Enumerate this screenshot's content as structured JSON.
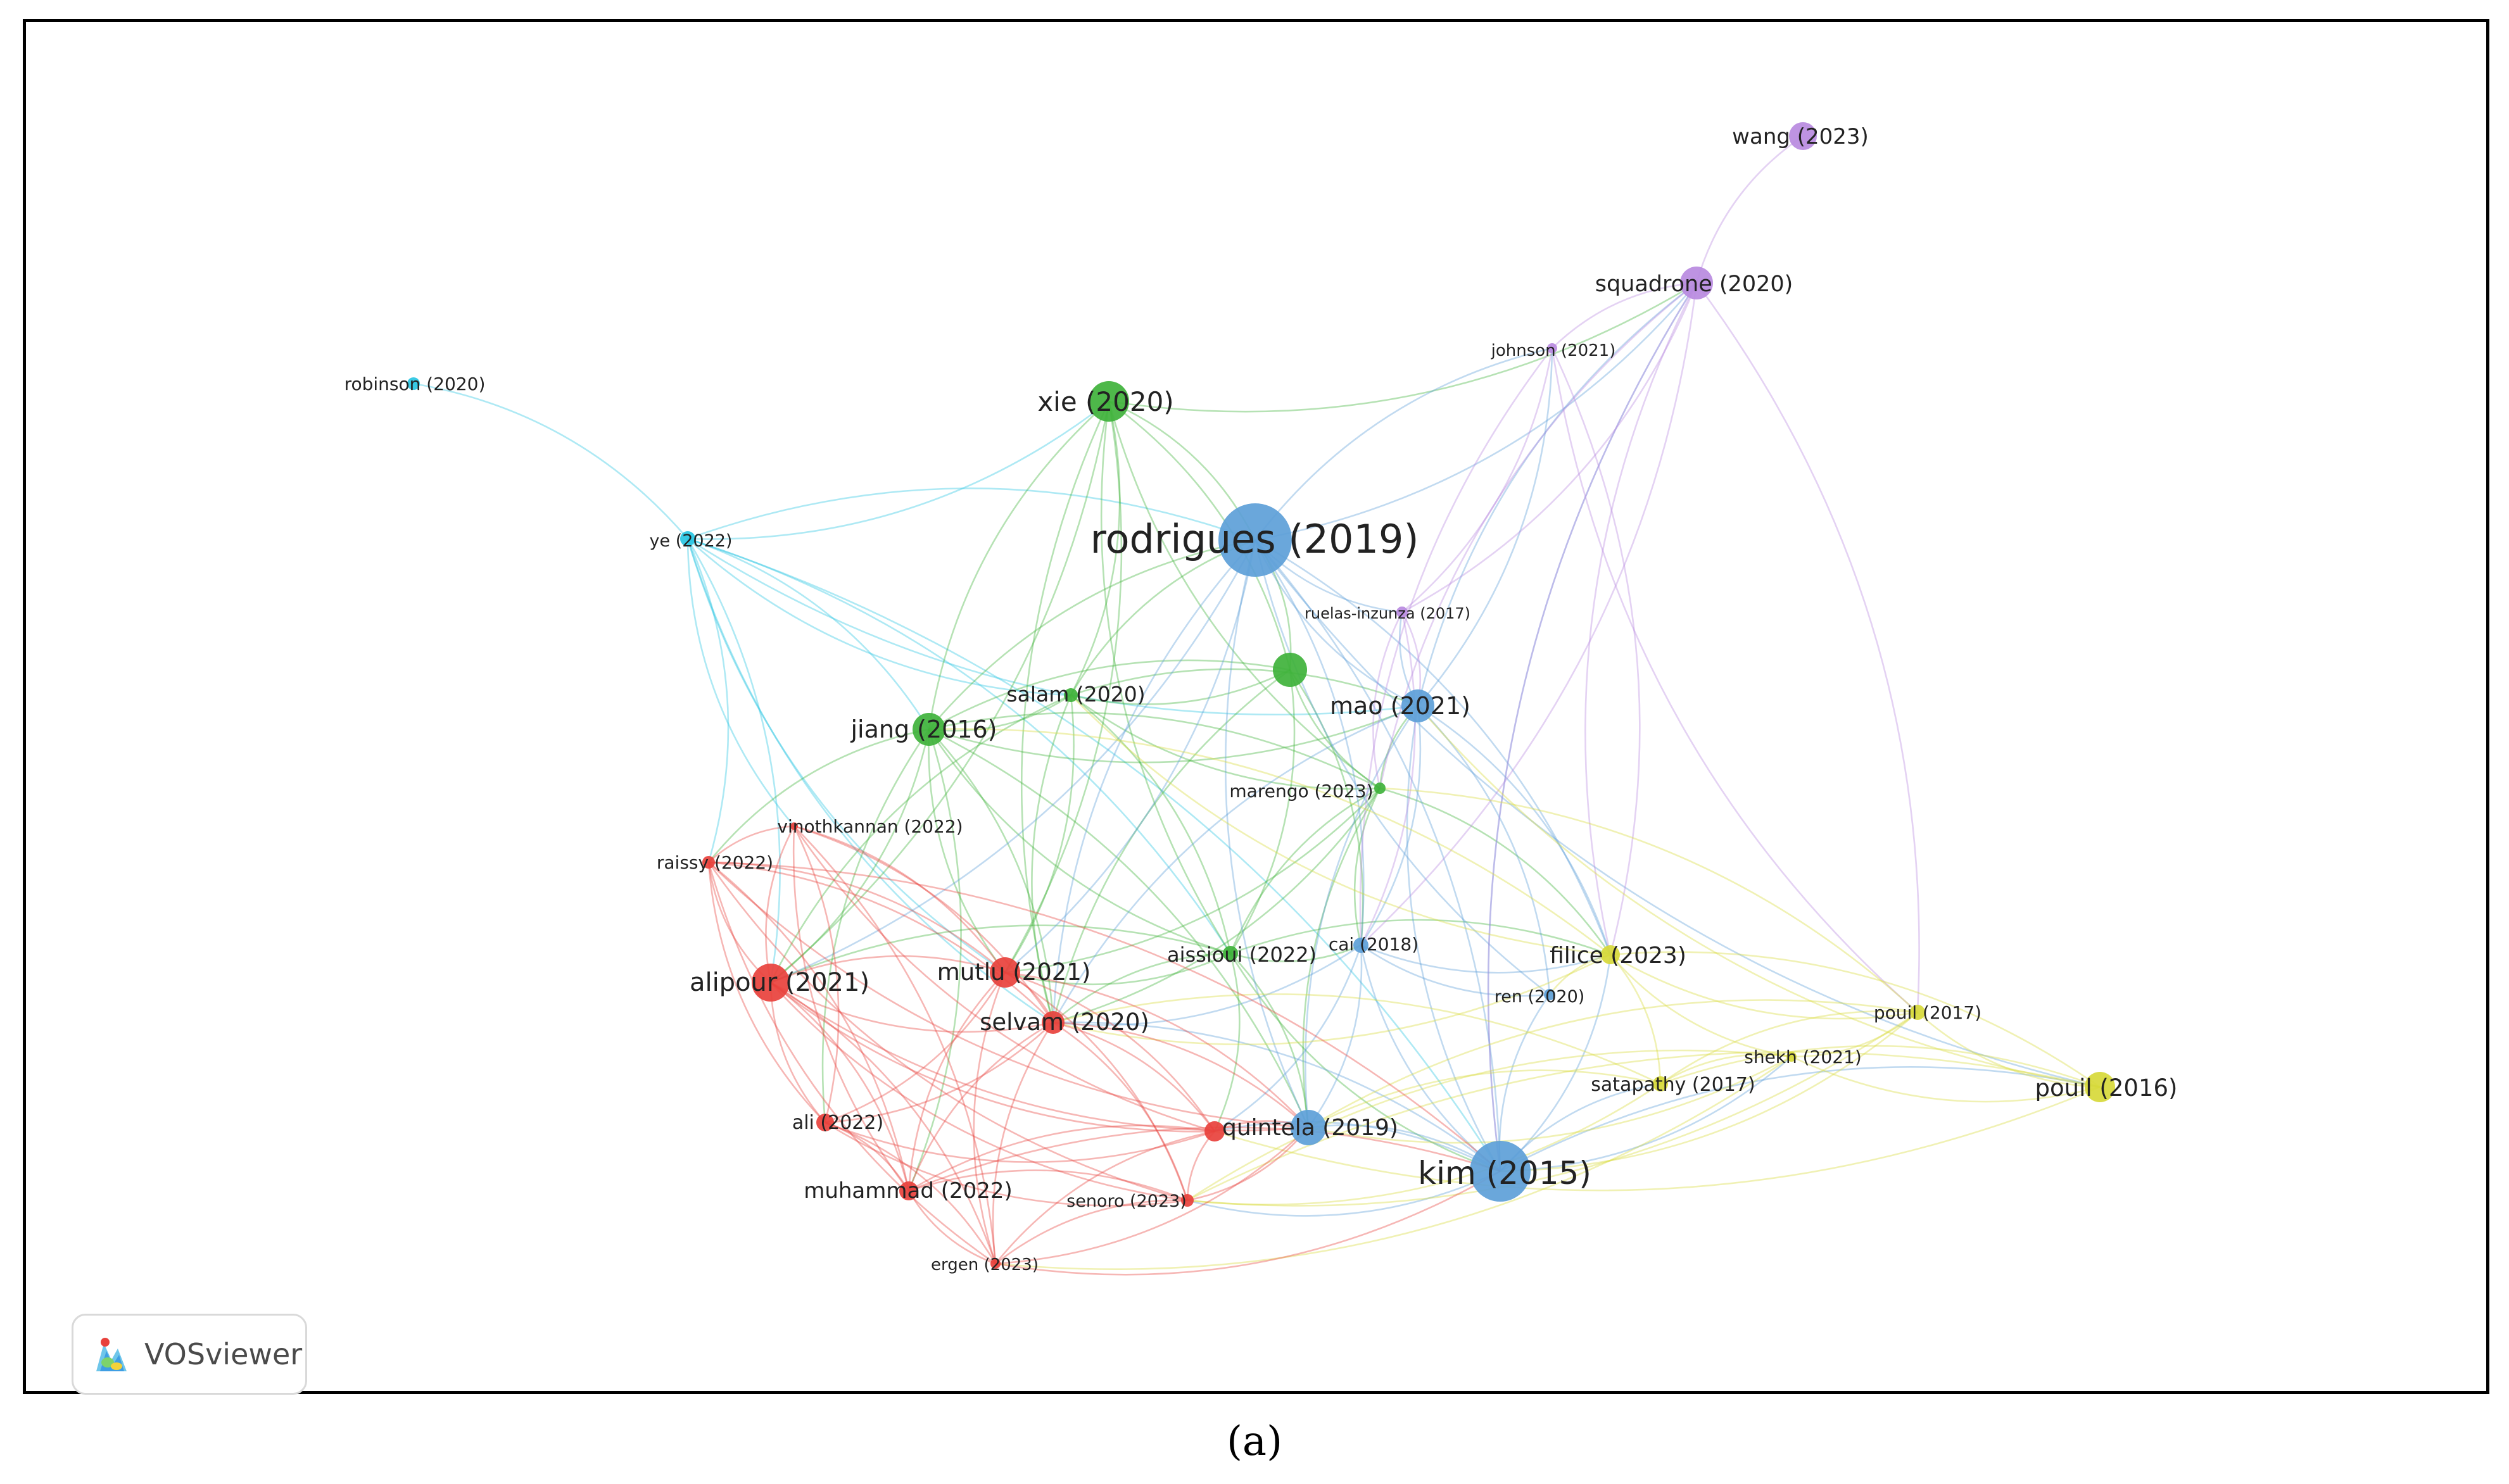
{
  "figure": {
    "caption": "(a)",
    "brand": {
      "logo_text": "VOSviewer",
      "logo_icon": "vosviewer-logo-icon"
    }
  },
  "colors": {
    "red": "#e8413c",
    "green": "#3fb23b",
    "blue": "#5d9fd8",
    "yellow": "#d7d93a",
    "purple": "#b88ae0",
    "cyan": "#29c6e3"
  },
  "nodes": [
    {
      "id": "rodrigues",
      "label": "rodrigues (2019)",
      "cluster": "blue",
      "weight": 10
    },
    {
      "id": "kim",
      "label": "kim (2015)",
      "cluster": "blue",
      "weight": 8
    },
    {
      "id": "mao",
      "label": "mao (2021)",
      "cluster": "blue",
      "weight": 4
    },
    {
      "id": "quintela",
      "label": "quintela (2019)",
      "cluster": "blue",
      "weight": 4
    },
    {
      "id": "cai",
      "label": "cai (2018)",
      "cluster": "blue",
      "weight": 2
    },
    {
      "id": "ren",
      "label": "ren (2020)",
      "cluster": "blue",
      "weight": 1
    },
    {
      "id": "xie",
      "label": "xie (2020)",
      "cluster": "green",
      "weight": 5
    },
    {
      "id": "jiang",
      "label": "jiang (2016)",
      "cluster": "green",
      "weight": 4
    },
    {
      "id": "salam",
      "label": "salam (2020)",
      "cluster": "green",
      "weight": 2
    },
    {
      "id": "marengo",
      "label": "marengo (2023)",
      "cluster": "green",
      "weight": 1
    },
    {
      "id": "aissioui",
      "label": "aissioui (2022)",
      "cluster": "green",
      "weight": 2
    },
    {
      "id": "green_unl",
      "label": "",
      "cluster": "green",
      "weight": 4
    },
    {
      "id": "alipour",
      "label": "alipour (2021)",
      "cluster": "red",
      "weight": 5
    },
    {
      "id": "mutlu",
      "label": "mutlu (2021)",
      "cluster": "red",
      "weight": 4
    },
    {
      "id": "selvam",
      "label": "selvam (2020)",
      "cluster": "red",
      "weight": 4
    },
    {
      "id": "raissy",
      "label": "raissy (2022)",
      "cluster": "red",
      "weight": 1
    },
    {
      "id": "vinothkannan",
      "label": "vinothkannan (2022)",
      "cluster": "red",
      "weight": 1
    },
    {
      "id": "ali",
      "label": "ali (2022)",
      "cluster": "red",
      "weight": 2
    },
    {
      "id": "muhammad",
      "label": "muhammad (2022)",
      "cluster": "red",
      "weight": 2
    },
    {
      "id": "senoro",
      "label": "senoro (2023)",
      "cluster": "red",
      "weight": 1
    },
    {
      "id": "ergen",
      "label": "ergen (2023)",
      "cluster": "red",
      "weight": 1
    },
    {
      "id": "red_unl",
      "label": "",
      "cluster": "red",
      "weight": 2
    },
    {
      "id": "filice",
      "label": "filice (2023)",
      "cluster": "yellow",
      "weight": 2
    },
    {
      "id": "pouil2017",
      "label": "pouil (2017)",
      "cluster": "yellow",
      "weight": 1
    },
    {
      "id": "pouil2016",
      "label": "pouil (2016)",
      "cluster": "yellow",
      "weight": 3
    },
    {
      "id": "shekh",
      "label": "shekh (2021)",
      "cluster": "yellow",
      "weight": 1
    },
    {
      "id": "satapathy",
      "label": "satapathy (2017)",
      "cluster": "yellow",
      "weight": 1
    },
    {
      "id": "wang",
      "label": "wang (2023)",
      "cluster": "purple",
      "weight": 3
    },
    {
      "id": "squadrone",
      "label": "squadrone (2020)",
      "cluster": "purple",
      "weight": 3
    },
    {
      "id": "johnson",
      "label": "johnson (2021)",
      "cluster": "purple",
      "weight": 1
    },
    {
      "id": "ruelas",
      "label": "ruelas-inzunza (2017)",
      "cluster": "purple",
      "weight": 1
    },
    {
      "id": "ye",
      "label": "ye (2022)",
      "cluster": "cyan",
      "weight": 1
    },
    {
      "id": "robinson",
      "label": "robinson (2020)",
      "cluster": "cyan",
      "weight": 1
    }
  ],
  "links": [
    [
      "robinson",
      "ye"
    ],
    [
      "wang",
      "squadrone"
    ],
    [
      "ye",
      "rodrigues"
    ],
    [
      "ye",
      "xie"
    ],
    [
      "ye",
      "jiang"
    ],
    [
      "ye",
      "salam"
    ],
    [
      "ye",
      "raissy"
    ],
    [
      "ye",
      "vinothkannan"
    ],
    [
      "ye",
      "alipour"
    ],
    [
      "ye",
      "mutlu"
    ],
    [
      "ye",
      "aissioui"
    ],
    [
      "ye",
      "mao"
    ],
    [
      "ye",
      "kim"
    ],
    [
      "ye",
      "selvam"
    ],
    [
      "xie",
      "rodrigues"
    ],
    [
      "xie",
      "jiang"
    ],
    [
      "xie",
      "salam"
    ],
    [
      "xie",
      "marengo"
    ],
    [
      "xie",
      "mutlu"
    ],
    [
      "xie",
      "selvam"
    ],
    [
      "xie",
      "alipour"
    ],
    [
      "xie",
      "squadrone"
    ],
    [
      "xie",
      "green_unl"
    ],
    [
      "xie",
      "aissioui"
    ],
    [
      "jiang",
      "rodrigues"
    ],
    [
      "jiang",
      "salam"
    ],
    [
      "jiang",
      "alipour"
    ],
    [
      "jiang",
      "mutlu"
    ],
    [
      "jiang",
      "selvam"
    ],
    [
      "jiang",
      "raissy"
    ],
    [
      "jiang",
      "marengo"
    ],
    [
      "jiang",
      "aissioui"
    ],
    [
      "jiang",
      "quintela"
    ],
    [
      "jiang",
      "ali"
    ],
    [
      "jiang",
      "muhammad"
    ],
    [
      "jiang",
      "mao"
    ],
    [
      "jiang",
      "green_unl"
    ],
    [
      "salam",
      "green_unl"
    ],
    [
      "salam",
      "mao"
    ],
    [
      "salam",
      "selvam"
    ],
    [
      "salam",
      "mutlu"
    ],
    [
      "salam",
      "marengo"
    ],
    [
      "salam",
      "aissioui"
    ],
    [
      "salam",
      "alipour"
    ],
    [
      "salam",
      "rodrigues"
    ],
    [
      "green_unl",
      "marengo"
    ],
    [
      "green_unl",
      "aissioui"
    ],
    [
      "green_unl",
      "selvam"
    ],
    [
      "green_unl",
      "cai"
    ],
    [
      "green_unl",
      "rodrigues"
    ],
    [
      "marengo",
      "mao"
    ],
    [
      "marengo",
      "aissioui"
    ],
    [
      "marengo",
      "selvam"
    ],
    [
      "marengo",
      "cai"
    ],
    [
      "marengo",
      "filice"
    ],
    [
      "marengo",
      "quintela"
    ],
    [
      "marengo",
      "mutlu"
    ],
    [
      "aissioui",
      "selvam"
    ],
    [
      "aissioui",
      "mutlu"
    ],
    [
      "aissioui",
      "cai"
    ],
    [
      "aissioui",
      "quintela"
    ],
    [
      "aissioui",
      "kim"
    ],
    [
      "aissioui",
      "filice"
    ],
    [
      "aissioui",
      "alipour"
    ],
    [
      "aissioui",
      "red_unl"
    ],
    [
      "rodrigues",
      "mao"
    ],
    [
      "rodrigues",
      "kim"
    ],
    [
      "rodrigues",
      "quintela"
    ],
    [
      "rodrigues",
      "cai"
    ],
    [
      "rodrigues",
      "selvam"
    ],
    [
      "rodrigues",
      "mutlu"
    ],
    [
      "rodrigues",
      "ren"
    ],
    [
      "rodrigues",
      "filice"
    ],
    [
      "rodrigues",
      "pouil2016"
    ],
    [
      "rodrigues",
      "alipour"
    ],
    [
      "rodrigues",
      "squadrone"
    ],
    [
      "rodrigues",
      "johnson"
    ],
    [
      "rodrigues",
      "ruelas"
    ],
    [
      "mao",
      "cai"
    ],
    [
      "mao",
      "kim"
    ],
    [
      "mao",
      "ren"
    ],
    [
      "mao",
      "quintela"
    ],
    [
      "mao",
      "filice"
    ],
    [
      "mao",
      "selvam"
    ],
    [
      "mao",
      "squadrone"
    ],
    [
      "mao",
      "johnson"
    ],
    [
      "mao",
      "ruelas"
    ],
    [
      "cai",
      "kim"
    ],
    [
      "cai",
      "quintela"
    ],
    [
      "cai",
      "ren"
    ],
    [
      "cai",
      "selvam"
    ],
    [
      "cai",
      "filice"
    ],
    [
      "cai",
      "red_unl"
    ],
    [
      "kim",
      "quintela"
    ],
    [
      "kim",
      "ren"
    ],
    [
      "kim",
      "filice"
    ],
    [
      "kim",
      "satapathy"
    ],
    [
      "kim",
      "shekh"
    ],
    [
      "kim",
      "pouil2016"
    ],
    [
      "kim",
      "selvam"
    ],
    [
      "kim",
      "senoro"
    ],
    [
      "kim",
      "red_unl"
    ],
    [
      "kim",
      "squadrone"
    ],
    [
      "squadrone",
      "johnson"
    ],
    [
      "squadrone",
      "ruelas"
    ],
    [
      "squadrone",
      "filice"
    ],
    [
      "squadrone",
      "pouil2017"
    ],
    [
      "squadrone",
      "kim"
    ],
    [
      "squadrone",
      "cai"
    ],
    [
      "squadrone",
      "marengo"
    ],
    [
      "johnson",
      "ruelas"
    ],
    [
      "johnson",
      "pouil2017"
    ],
    [
      "johnson",
      "filice"
    ],
    [
      "johnson",
      "cai"
    ],
    [
      "ruelas",
      "mao"
    ],
    [
      "ruelas",
      "marengo"
    ],
    [
      "ruelas",
      "cai"
    ],
    [
      "filice",
      "pouil2017"
    ],
    [
      "filice",
      "pouil2016"
    ],
    [
      "filice",
      "shekh"
    ],
    [
      "filice",
      "satapathy"
    ],
    [
      "filice",
      "ren"
    ],
    [
      "filice",
      "selvam"
    ],
    [
      "filice",
      "jiang"
    ],
    [
      "filice",
      "salam"
    ],
    [
      "pouil2017",
      "pouil2016"
    ],
    [
      "pouil2017",
      "shekh"
    ],
    [
      "pouil2017",
      "satapathy"
    ],
    [
      "pouil2017",
      "kim"
    ],
    [
      "pouil2017",
      "marengo"
    ],
    [
      "pouil2017",
      "senoro"
    ],
    [
      "pouil2017",
      "quintela"
    ],
    [
      "pouil2016",
      "shekh"
    ],
    [
      "pouil2016",
      "satapathy"
    ],
    [
      "pouil2016",
      "red_unl"
    ],
    [
      "pouil2016",
      "senoro"
    ],
    [
      "pouil2016",
      "mao"
    ],
    [
      "shekh",
      "satapathy"
    ],
    [
      "shekh",
      "quintela"
    ],
    [
      "shekh",
      "senoro"
    ],
    [
      "shekh",
      "ergen"
    ],
    [
      "satapathy",
      "quintela"
    ],
    [
      "satapathy",
      "senoro"
    ],
    [
      "satapathy",
      "selvam"
    ],
    [
      "alipour",
      "mutlu"
    ],
    [
      "alipour",
      "selvam"
    ],
    [
      "alipour",
      "raissy"
    ],
    [
      "alipour",
      "ali"
    ],
    [
      "alipour",
      "muhammad"
    ],
    [
      "alipour",
      "senoro"
    ],
    [
      "alipour",
      "ergen"
    ],
    [
      "alipour",
      "red_unl"
    ],
    [
      "alipour",
      "vinothkannan"
    ],
    [
      "alipour",
      "quintela"
    ],
    [
      "mutlu",
      "selvam"
    ],
    [
      "mutlu",
      "raissy"
    ],
    [
      "mutlu",
      "ali"
    ],
    [
      "mutlu",
      "muhammad"
    ],
    [
      "mutlu",
      "senoro"
    ],
    [
      "mutlu",
      "ergen"
    ],
    [
      "mutlu",
      "red_unl"
    ],
    [
      "mutlu",
      "vinothkannan"
    ],
    [
      "mutlu",
      "quintela"
    ],
    [
      "selvam",
      "raissy"
    ],
    [
      "selvam",
      "ali"
    ],
    [
      "selvam",
      "muhammad"
    ],
    [
      "selvam",
      "senoro"
    ],
    [
      "selvam",
      "ergen"
    ],
    [
      "selvam",
      "red_unl"
    ],
    [
      "selvam",
      "vinothkannan"
    ],
    [
      "selvam",
      "quintela"
    ],
    [
      "raissy",
      "ali"
    ],
    [
      "raissy",
      "muhammad"
    ],
    [
      "raissy",
      "ergen"
    ],
    [
      "raissy",
      "vinothkannan"
    ],
    [
      "raissy",
      "senoro"
    ],
    [
      "vinothkannan",
      "ali"
    ],
    [
      "vinothkannan",
      "muhammad"
    ],
    [
      "vinothkannan",
      "ergen"
    ],
    [
      "vinothkannan",
      "red_unl"
    ],
    [
      "ali",
      "muhammad"
    ],
    [
      "ali",
      "senoro"
    ],
    [
      "ali",
      "ergen"
    ],
    [
      "ali",
      "red_unl"
    ],
    [
      "muhammad",
      "senoro"
    ],
    [
      "muhammad",
      "ergen"
    ],
    [
      "muhammad",
      "red_unl"
    ],
    [
      "senoro",
      "ergen"
    ],
    [
      "senoro",
      "red_unl"
    ],
    [
      "senoro",
      "quintela"
    ],
    [
      "ergen",
      "red_unl"
    ],
    [
      "ergen",
      "quintela"
    ],
    [
      "red_unl",
      "quintela"
    ],
    [
      "raissy",
      "quintela"
    ],
    [
      "raissy",
      "kim"
    ],
    [
      "ergen",
      "kim"
    ],
    [
      "muhammad",
      "kim"
    ]
  ]
}
